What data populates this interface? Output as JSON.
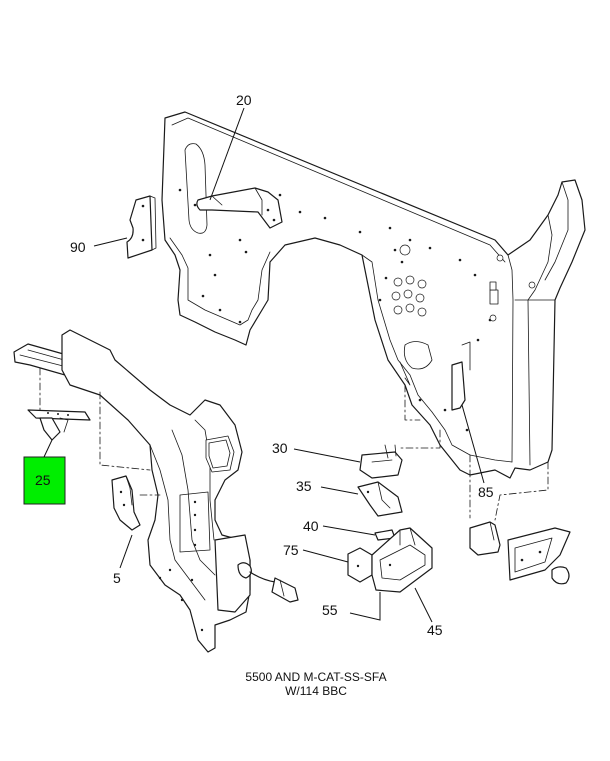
{
  "figure": {
    "type": "parts-exploded-view",
    "callouts": [
      {
        "id": "20",
        "label": "20"
      },
      {
        "id": "90",
        "label": "90"
      },
      {
        "id": "25",
        "label": "25",
        "highlighted": true
      },
      {
        "id": "5",
        "label": "5"
      },
      {
        "id": "30",
        "label": "30"
      },
      {
        "id": "35",
        "label": "35"
      },
      {
        "id": "40",
        "label": "40"
      },
      {
        "id": "75",
        "label": "75"
      },
      {
        "id": "55",
        "label": "55"
      },
      {
        "id": "45",
        "label": "45"
      },
      {
        "id": "85",
        "label": "85"
      }
    ],
    "highlight_color": "#00ee00",
    "line_color": "#1a1a1a"
  },
  "caption": {
    "line1": "5500 AND M-CAT-SS-SFA",
    "line2": "W/114 BBC"
  }
}
